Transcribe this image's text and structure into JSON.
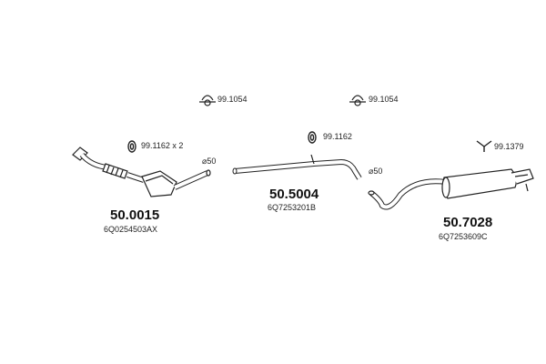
{
  "hardware": {
    "clamp_top_left": "99.1054",
    "clamp_top_right": "99.1054",
    "hanger_left": "99.1162 x 2",
    "hanger_mid": "99.1162",
    "hanger_right": "99.1379"
  },
  "diameters": {
    "left": "⌀50",
    "right": "⌀50"
  },
  "parts": [
    {
      "number": "50.0015",
      "oem": "6Q0254503AX"
    },
    {
      "number": "50.5004",
      "oem": "6Q7253201B"
    },
    {
      "number": "50.7028",
      "oem": "6Q7253609C"
    }
  ],
  "colors": {
    "line": "#222222",
    "fill": "#ffffff"
  }
}
